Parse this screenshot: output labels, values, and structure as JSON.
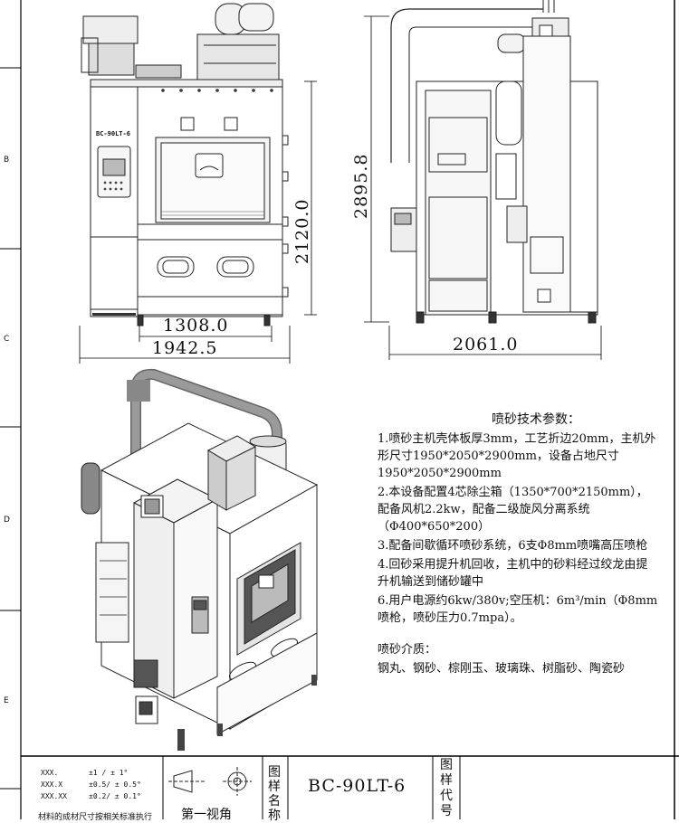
{
  "zone_markers": [
    "B",
    "C",
    "D",
    "E"
  ],
  "dimensions": {
    "front_inner_width": "1308.0",
    "front_total_width": "1942.5",
    "front_height": "2120.0",
    "side_total_height": "2895.8",
    "side_depth": "2061.0"
  },
  "machine_label": "BC-90LT-6",
  "specs": {
    "title": "喷砂技术参数：",
    "items": [
      "1.喷砂主机壳体板厚3mm，工艺折边20mm，主机外形尺寸1950*2050*2900mm，设备占地尺寸1950*2050*2900mm",
      "2.本设备配置4芯除尘箱（1350*700*2150mm），配备风机2.2kw，配备二级旋风分离系统（Φ400*650*200）",
      "3.配备间歇循环喷砂系统，6支Φ8mm喷嘴高压喷枪",
      "4.回砂采用提升机回收，主机中的砂料经过绞龙由提升机输送到储砂罐中",
      "6.用户电源约6kw/380v;空压机：6m³/min（Φ8mm喷枪，喷砂压力0.7mpa）。"
    ],
    "media_title": "喷砂介质：",
    "media_text": "钢丸、钢砂、棕刚玉、玻璃珠、树脂砂、陶瓷砂"
  },
  "title_block": {
    "tolerances": [
      {
        "code": "XXX.",
        "value": "±1  /  ± 1°"
      },
      {
        "code": "XXX.X",
        "value": "±0.5/ ± 0.5°"
      },
      {
        "code": "XXX.XX",
        "value": "±0.2/ ± 0.1°"
      }
    ],
    "note": "材料的成材尺寸按相关标准执行",
    "projection": "第一视角",
    "name_label": "图样名称",
    "drawing_name": "BC-90LT-6",
    "code_label": "图样代号"
  }
}
